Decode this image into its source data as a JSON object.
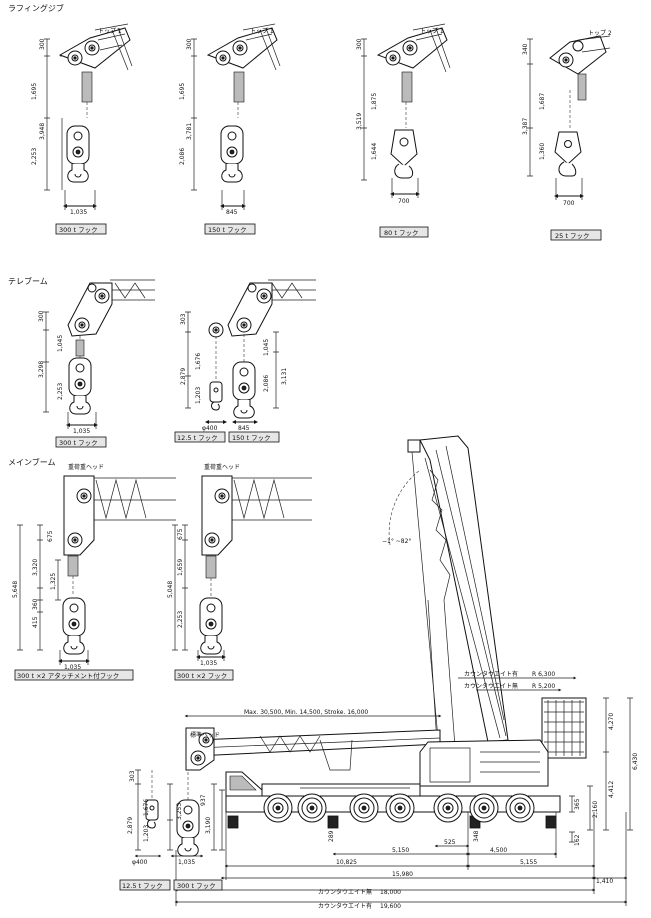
{
  "sections": {
    "luffing": "ラフィングジブ",
    "tele": "テレブーム",
    "main": "メインブーム"
  },
  "luffing": {
    "d1": {
      "top": "トップ 1",
      "h1": "300",
      "h2": "1,695",
      "h3": "3,948",
      "h4": "2,253",
      "w": "1,035",
      "hook": "300 t フック"
    },
    "d2": {
      "top": "トップ 1",
      "h1": "300",
      "h2": "1,695",
      "h3": "3,781",
      "h4": "2,086",
      "w": "845",
      "hook": "150 t フック"
    },
    "d3": {
      "top": "トップ 1",
      "h1": "300",
      "h2": "1,875",
      "h3": "3,519",
      "h4": "1,644",
      "w": "700",
      "hook": "80 t フック"
    },
    "d4": {
      "top": "トップ 2",
      "h1": "340",
      "h2": "1,687",
      "h3": "3,387",
      "h4": "1,360",
      "w": "700",
      "hook": "25 t フック"
    }
  },
  "tele": {
    "d1": {
      "h1": "300",
      "h2": "1,045",
      "h3": "3,298",
      "h4": "2,253",
      "w": "1,035",
      "hook": "300 t フック"
    },
    "d2": {
      "h1": "303",
      "h2": "1,676",
      "h3": "2,879",
      "h4": "1,203",
      "h5": "1,045",
      "h6": "2,086",
      "h7": "3,131",
      "w1": "φ400",
      "w2": "845",
      "hook1": "12.5 t フック",
      "hook2": "150 t フック"
    }
  },
  "main": {
    "d1": {
      "head": "重荷重ヘッド",
      "h1": "675",
      "h2": "3,320",
      "h3": "1,325",
      "h4": "5,648",
      "h5": "360",
      "h6": "415",
      "w": "1,035",
      "hook": "300 t ×2 アタッチメント付フック"
    },
    "d2": {
      "head": "重荷重ヘッド",
      "h1": "675",
      "h2": "1,659",
      "h3": "5,048",
      "h4": "2,253",
      "w": "1,035",
      "hook": "300 t ×2 フック"
    }
  },
  "crane": {
    "angle": "−1° ~82°",
    "cw_with": "カウンタウエイト有",
    "cw_with_r": "R 6,300",
    "cw_without": "カウンタウエイト無",
    "cw_without_r": "R 5,200",
    "boom": "Max. 30,500,  Min. 14,500,  Stroke. 16,000",
    "std_head": "標準ヘッド",
    "h303": "303",
    "h1676": "1,676",
    "h2879": "2,879",
    "h1203": "1,203",
    "h3253": "3,253",
    "h937": "937",
    "h3190": "3,190",
    "h4270": "4,270",
    "h6430": "6,430",
    "h4412": "4,412",
    "h2160": "2,160",
    "h365": "365",
    "h162": "162",
    "h289": "289",
    "h348": "348",
    "w525": "525",
    "w5150": "5,150",
    "w4500": "4,500",
    "w10825": "10,825",
    "w5155": "5,155",
    "w15980": "15,980",
    "w1410": "1,410",
    "w18000": "18,000",
    "w19600": "19,600",
    "cw_without_len": "カウンタウエイト無",
    "cw_with_len": "カウンタウエイト有",
    "phi": "φ400",
    "w1035": "1,035",
    "hook1": "12.5 t フック",
    "hook2": "300 t フック"
  }
}
